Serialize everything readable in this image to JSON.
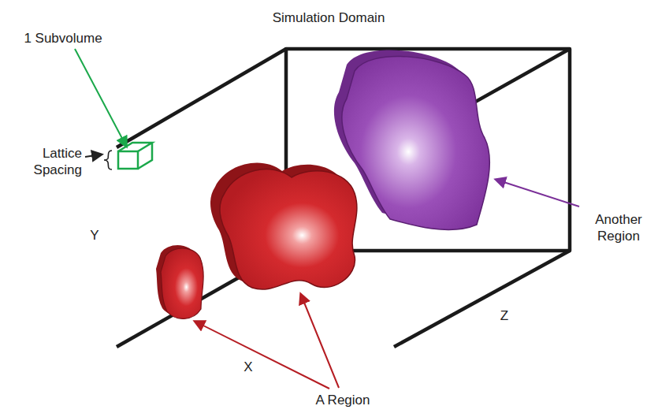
{
  "diagram": {
    "title": "Simulation Domain",
    "labels": [
      "1 Subvolume",
      "Lattice Spacing",
      "Y",
      "X",
      "Z",
      "Another Region",
      "A Region"
    ]
  }
}
